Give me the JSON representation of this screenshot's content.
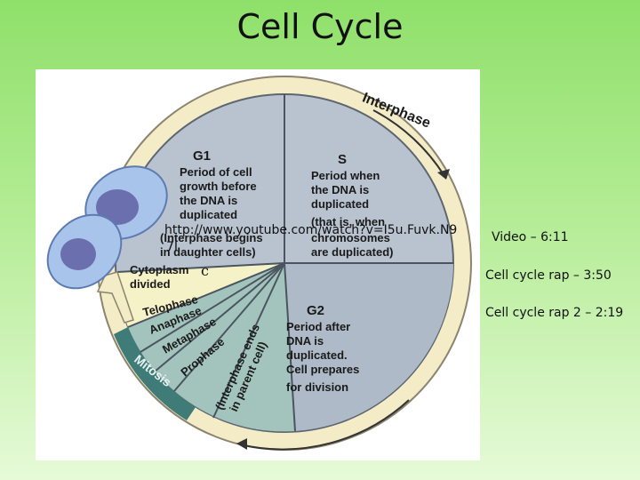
{
  "slide": {
    "title": "Cell Cycle",
    "url_text": "http://www.youtube.com/watch?v=I5u.Fuvk.N9",
    "url_tail": "7I",
    "overlay_letter": "c",
    "notes": [
      "Video – 6:11",
      "Cell cycle rap – 3:50",
      "Cell cycle rap 2 – 2:19"
    ]
  },
  "diagram": {
    "interphase_label": "Interphase",
    "g1": {
      "title": "G1",
      "lines": [
        "Period of cell",
        "growth before",
        "the DNA is",
        "duplicated",
        "(Interphase begins",
        "in daughter cells)"
      ]
    },
    "s": {
      "title": "S",
      "lines": [
        "Period when",
        "the DNA is",
        "duplicated",
        "(that is, when",
        "chromosomes",
        "are duplicated)"
      ]
    },
    "g2": {
      "title": "G2",
      "lines": [
        "Period after",
        "DNA is",
        "duplicated.",
        "Cell prepares",
        "for division"
      ]
    },
    "cytoplasm": [
      "Cytoplasm",
      "divided"
    ],
    "phases": [
      "Telophase",
      "Anaphase",
      "Metaphase",
      "Prophase"
    ],
    "interphase_ends": [
      "(Interphase ends",
      "in parent cell)"
    ],
    "mitosis_label": "Mitosis",
    "colors": {
      "wheel": "#b9c3cf",
      "g2_wedge": "#aebac7",
      "mitosis_wedge": "#a3c4bd",
      "mitosis_band": "#3f7c78",
      "cytoplasm_wedge": "#f6f2c8",
      "outer_ring": "#f3ecc7",
      "cell_fill": "#a9c4ea",
      "nucleus": "#6b6fae"
    }
  }
}
